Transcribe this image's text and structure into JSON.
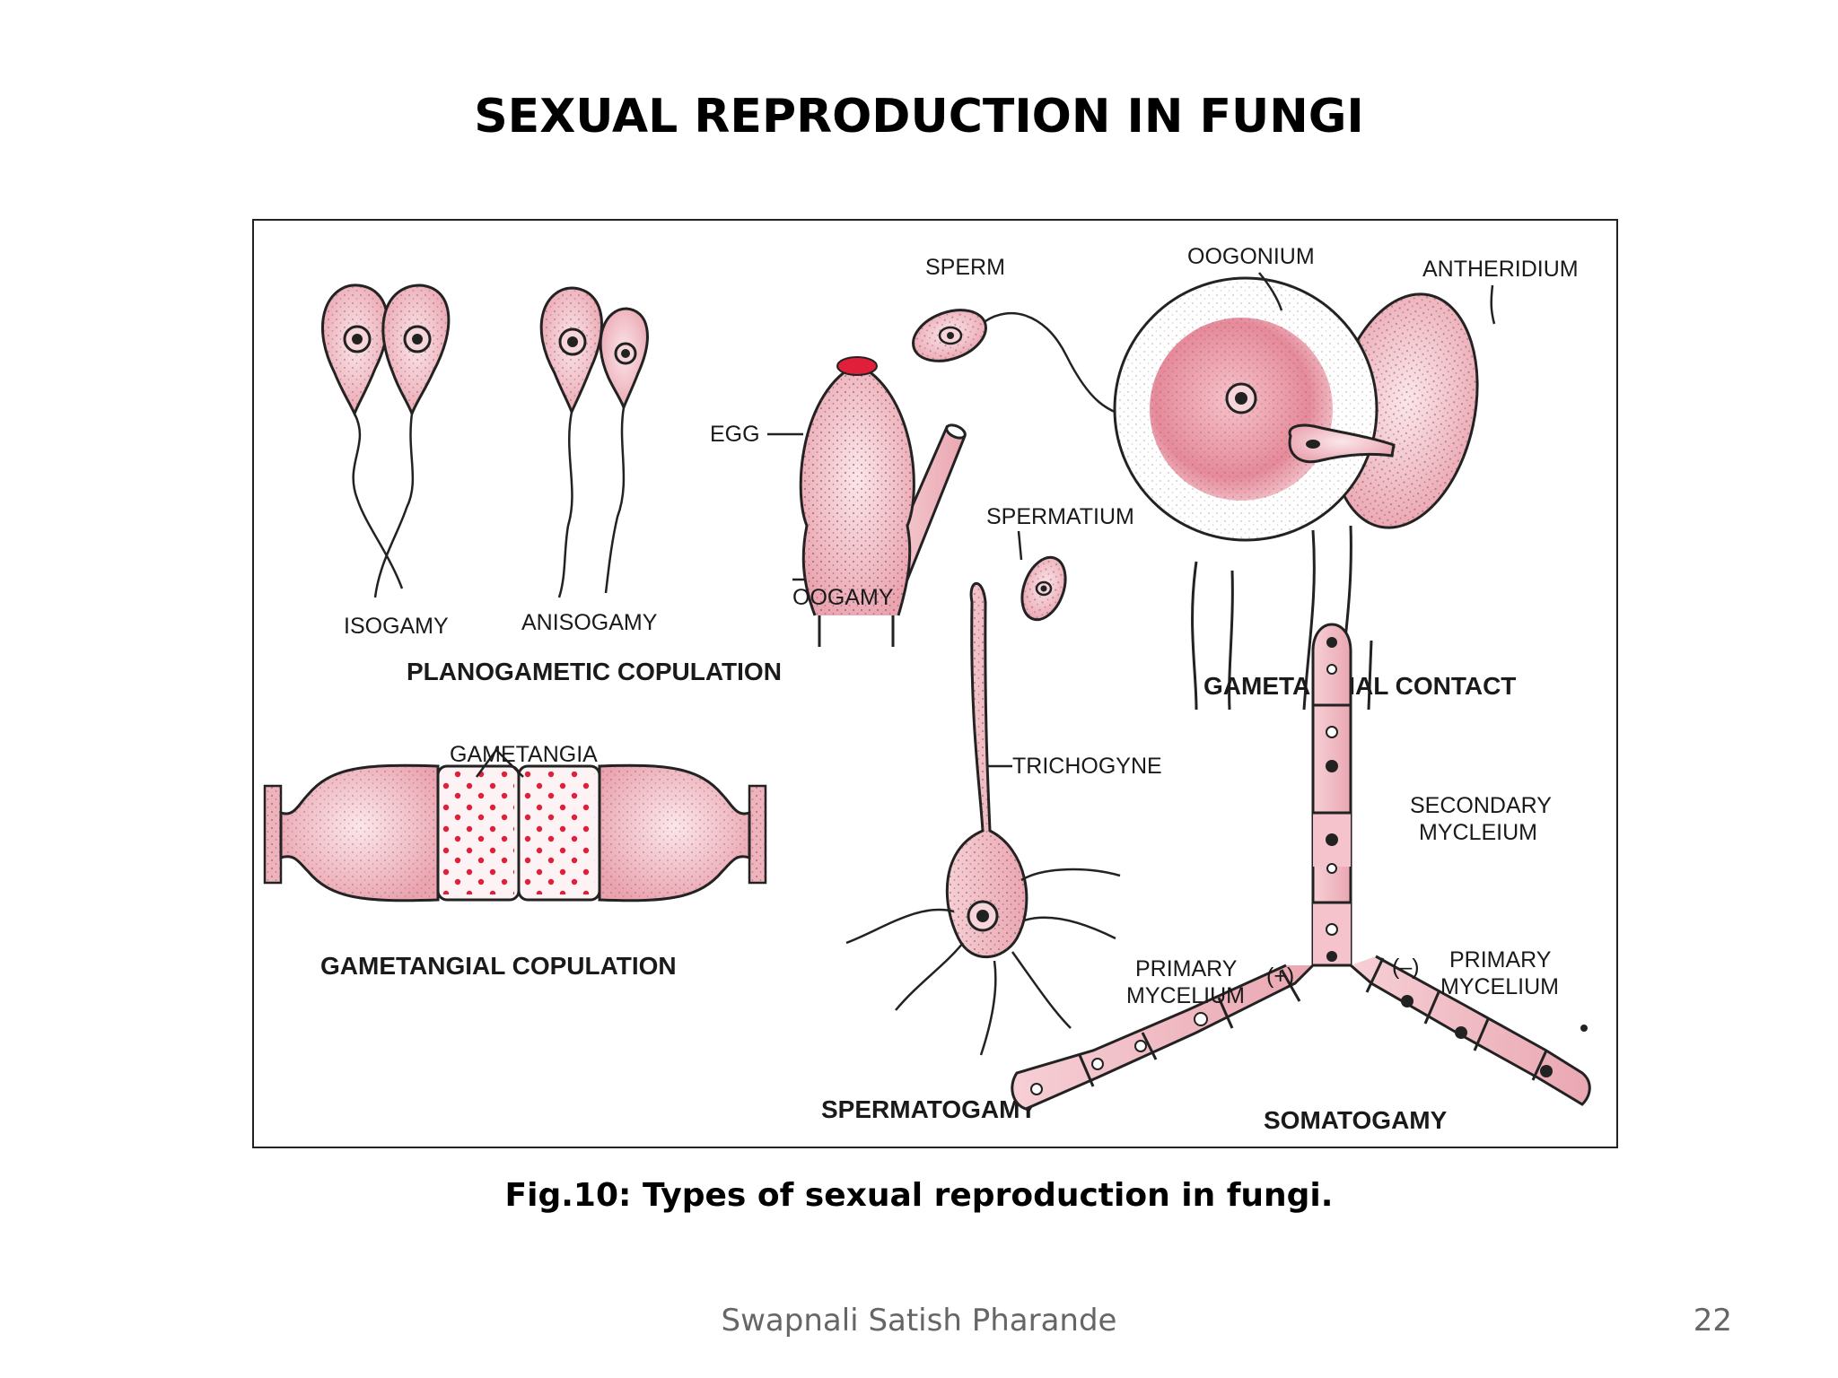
{
  "slide": {
    "title": "SEXUAL REPRODUCTION IN FUNGI",
    "caption": "Fig.10: Types of sexual reproduction in fungi.",
    "footer": "Swapnali Satish Pharande",
    "page_number": "22"
  },
  "diagram": {
    "labels": {
      "isogamy": "ISOGAMY",
      "anisogamy": "ANISOGAMY",
      "planogametic_copulation": "PLANOGAMETIC COPULATION",
      "sperm": "SPERM",
      "egg": "EGG",
      "oogamy": "OOGAMY",
      "oogonium": "OOGONIUM",
      "antheridium": "ANTHERIDIUM",
      "gametangial_contact": "GAMETANGIAL CONTACT",
      "spermatium": "SPERMATIUM",
      "trichogyne": "TRICHOGYNE",
      "spermatogamy": "SPERMATOGAMY",
      "gametangia": "GAMETANGIA",
      "gametangial_copulation": "GAMETANGIAL COPULATION",
      "secondary_mycelium_1": "SECONDARY",
      "secondary_mycelium_2": "MYCLEIUM",
      "primary_mycelium_left_1": "PRIMARY",
      "primary_mycelium_left_2": "MYCELIUM",
      "plus_sign": "(+)",
      "minus_sign": "(–)",
      "primary_mycelium_right_1": "PRIMARY",
      "primary_mycelium_right_2": "MYCELIUM",
      "somatogamy": "SOMATOGAMY"
    },
    "colors": {
      "pink": "#efb3bd",
      "pink_light": "#f8dde2",
      "red": "#e0203a",
      "outline": "#222222"
    }
  }
}
